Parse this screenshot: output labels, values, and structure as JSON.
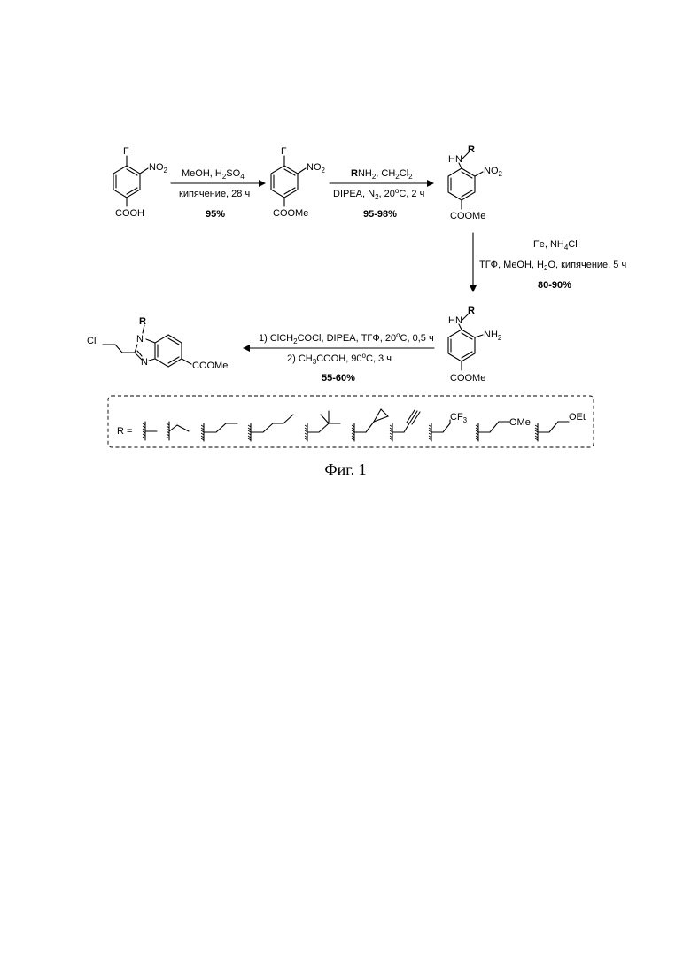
{
  "compounds": {
    "c1": {
      "f": "F",
      "no2": "NO",
      "no2_sub": "2",
      "cooh": "COOH"
    },
    "c2": {
      "f": "F",
      "no2": "NO",
      "no2_sub": "2",
      "ester": "COOMe"
    },
    "c3": {
      "hn": "HN",
      "r": "R",
      "no2": "NO",
      "no2_sub": "2",
      "ester": "COOMe"
    },
    "c4": {
      "hn": "HN",
      "r": "R",
      "nh2": "NH",
      "nh2_sub": "2",
      "ester": "COOMe"
    },
    "c5": {
      "cl": "Cl",
      "r": "R",
      "n1": "N",
      "n2": "N",
      "ester": "COOMe"
    }
  },
  "steps": {
    "s1": {
      "line1": "MeOH, H",
      "line1_sub": "2",
      "line1_tail": "SO",
      "line1_sub2": "4",
      "line2": "кипячение, 28 ч",
      "yield": "95%"
    },
    "s2": {
      "line1_bold": "R",
      "line1": "NH",
      "line1_sub": "2",
      "line1_tail": ", CH",
      "line1_sub2": "2",
      "line1_tail2": "Cl",
      "line1_sub3": "2",
      "line2": "DIPEA, N",
      "line2_sub": "2",
      "line2_tail": ", 20",
      "line2_sup": "o",
      "line2_tail2": "C, 2 ч",
      "yield": "95-98%"
    },
    "s3": {
      "line1": "Fe, NH",
      "line1_sub": "4",
      "line1_tail": "Cl",
      "line2": "ТГФ, MeOH, H",
      "line2_sub": "2",
      "line2_tail": "O, кипячение, 5 ч",
      "yield": "80-90%"
    },
    "s4": {
      "line1": "1) ClCH",
      "line1_sub": "2",
      "line1_tail": "COCl, DIPEA, ТГФ, 20",
      "line1_sup": "o",
      "line1_tail2": "C, 0,5 ч",
      "line2": "2) CH",
      "line2_sub": "3",
      "line2_tail": "COOH, 90",
      "line2_sup": "o",
      "line2_tail2": "C, 3 ч",
      "yield": "55-60%"
    }
  },
  "r_groups": {
    "label": "R =",
    "groups": [
      "",
      "",
      "",
      "",
      "",
      "",
      "",
      "",
      "",
      ""
    ],
    "cf3": "CF",
    "cf3_sub": "3",
    "ome": "OMe",
    "oet": "OEt"
  },
  "caption": "Фиг. 1"
}
